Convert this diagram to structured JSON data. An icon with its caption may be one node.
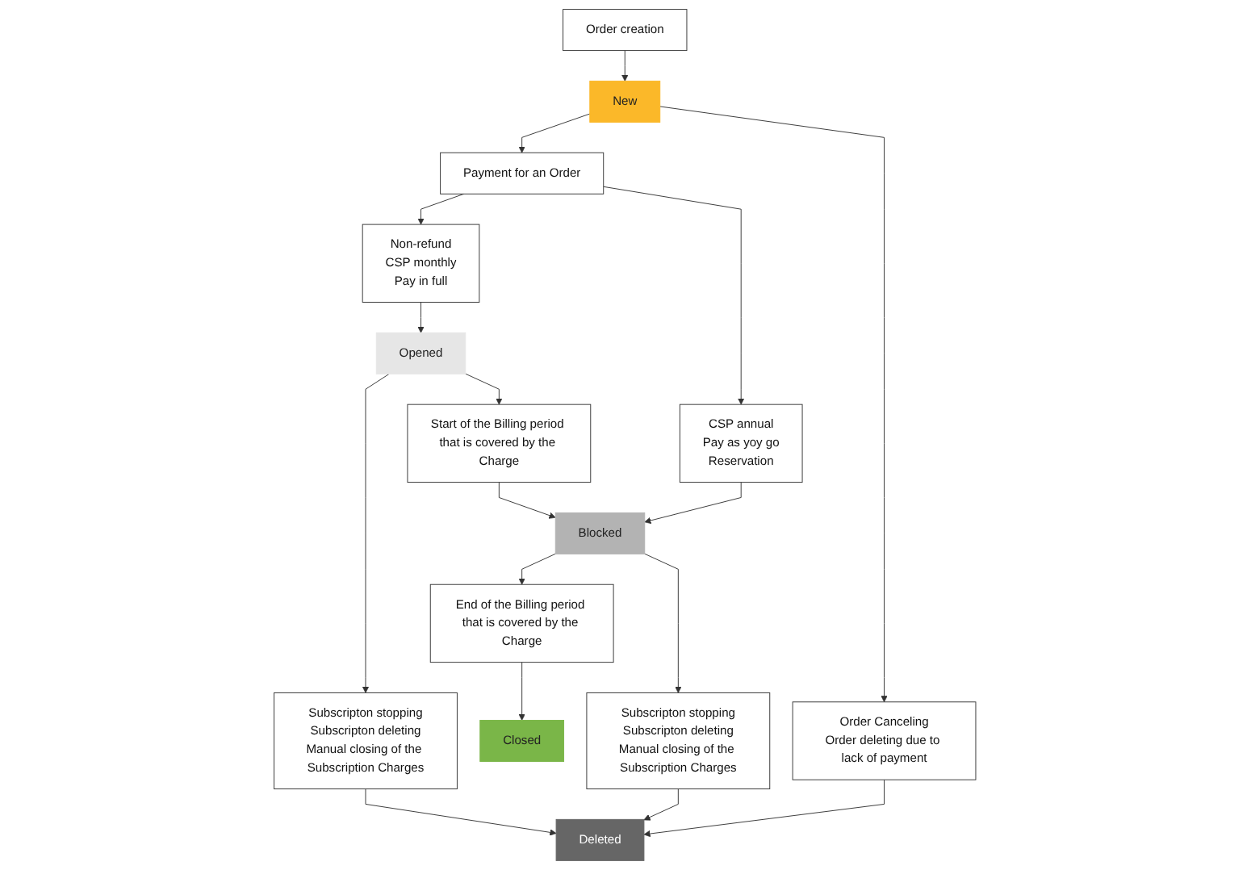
{
  "diagram": {
    "nodes": [
      {
        "text": [
          "Order creation"
        ]
      },
      {
        "text": [
          "New"
        ]
      },
      {
        "text": [
          "Payment for an Order"
        ]
      },
      {
        "text": [
          "Order Canceling",
          "Order deleting due to lack of payment"
        ]
      },
      {
        "text": [
          "Non-refund",
          "CSP monthly",
          "Pay in full"
        ]
      },
      {
        "text": [
          "Opened"
        ]
      },
      {
        "text": [
          "Subscripton stopping",
          "Subscripton deleting",
          "Manual closing of the Subscription Charges"
        ]
      },
      {
        "text": [
          "Start of the Billing period that is covered by the Charge"
        ]
      },
      {
        "text": [
          "CSP annual",
          "Pay as yoy go",
          "Reservation"
        ]
      },
      {
        "text": [
          "Blocked"
        ]
      },
      {
        "text": [
          "End of the Billing period that is covered by the Charge"
        ]
      },
      {
        "text": [
          "Subscripton stopping",
          "Subscripton deleting",
          "Manual closing of the Subscription Charges"
        ]
      },
      {
        "text": [
          "Closed"
        ]
      },
      {
        "text": [
          "Deleted"
        ]
      }
    ],
    "edges": [
      {
        "from": 0,
        "to": 1,
        "arrow": "to"
      },
      {
        "from": 1,
        "to": 2,
        "arrow": "to"
      },
      {
        "from": 1,
        "to": 3,
        "arrow": "to"
      },
      {
        "from": 2,
        "to": 4,
        "arrow": "to"
      },
      {
        "from": 2,
        "to": 8,
        "arrow": "to"
      },
      {
        "from": 4,
        "to": 5,
        "arrow": "to"
      },
      {
        "from": 5,
        "to": 6,
        "arrow": "to"
      },
      {
        "from": 5,
        "to": 7,
        "arrow": "to"
      },
      {
        "from": 7,
        "to": 9,
        "arrow": "to"
      },
      {
        "from": 8,
        "to": 9,
        "arrow": "to"
      },
      {
        "from": 9,
        "to": 10,
        "arrow": "to"
      },
      {
        "from": 9,
        "to": 11,
        "arrow": "to"
      },
      {
        "from": 10,
        "to": 12,
        "arrow": "to"
      },
      {
        "from": 11,
        "to": 13,
        "arrow": "to"
      },
      {
        "from": 3,
        "to": 13,
        "arrow": "to"
      },
      {
        "from": 6,
        "to": 13,
        "arrow": "to"
      }
    ]
  }
}
